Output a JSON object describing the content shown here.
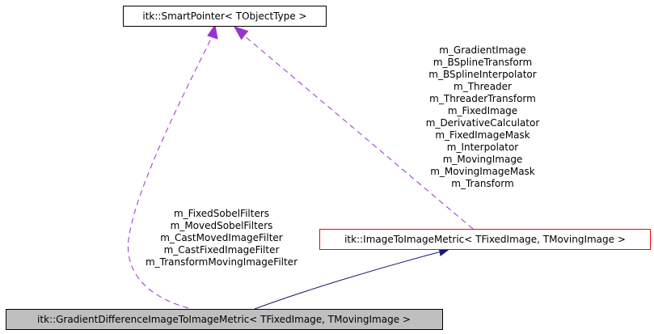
{
  "nodes": {
    "smart_pointer": {
      "label": "itk::SmartPointer< TObjectType >"
    },
    "image_to_image_metric": {
      "label": "itk::ImageToImageMetric< TFixedImage, TMovingImage >"
    },
    "gradient_difference_metric": {
      "label": "itk::GradientDifferenceImageToImageMetric< TFixedImage, TMovingImage >"
    }
  },
  "edges": {
    "metric_to_smart_pointer": {
      "labels": [
        "m_GradientImage",
        "m_BSplineTransform",
        "m_BSplineInterpolator",
        "m_Threader",
        "m_ThreaderTransform",
        "m_FixedImage",
        "m_DerivativeCalculator",
        "m_FixedImageMask",
        "m_Interpolator",
        "m_MovingImage",
        "m_MovingImageMask",
        "m_Transform"
      ]
    },
    "gradient_to_smart_pointer": {
      "labels": [
        "m_FixedSobelFilters",
        "m_MovedSobelFilters",
        "m_CastMovedImageFilter",
        "m_CastFixedImageFilter",
        "m_TransformMovingImageFilter"
      ]
    }
  },
  "colors": {
    "usage_edge": "#9a32cd",
    "inheritance_edge": "#191970",
    "highlight_fill": "#bfbfbf",
    "related_border": "#ff0000",
    "default_border": "#000000"
  }
}
